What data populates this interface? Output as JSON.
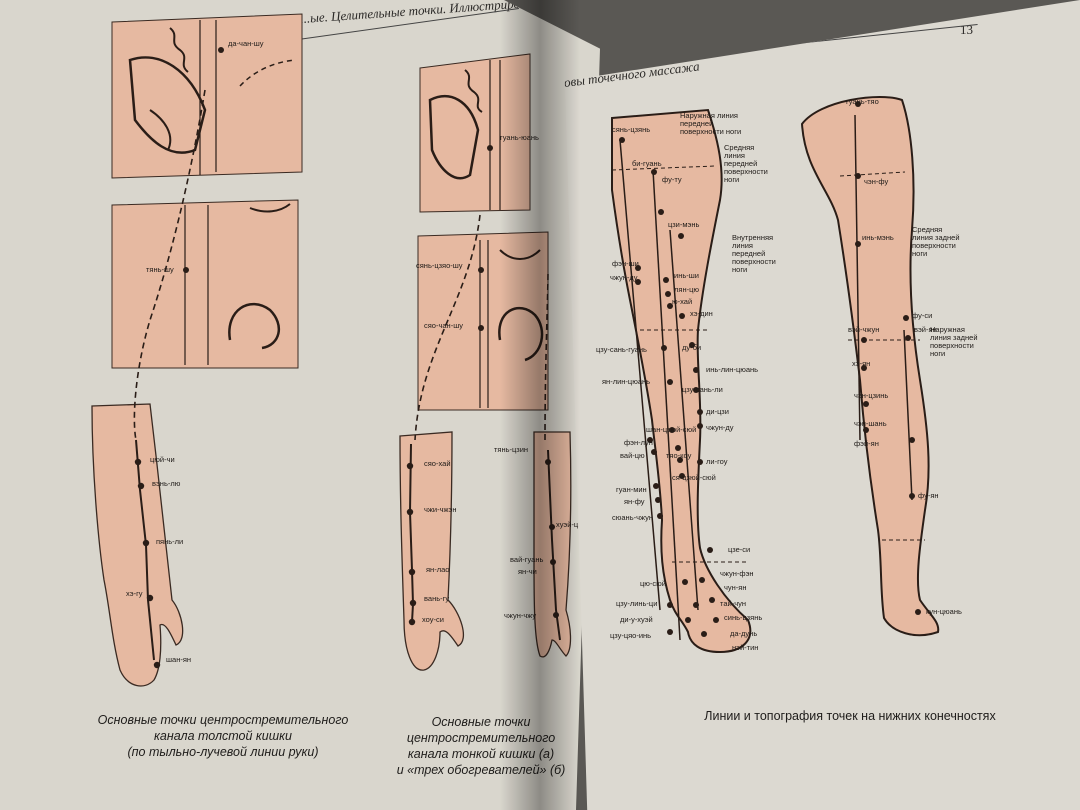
{
  "left_page": {
    "header": "...ые. Целительные точки. Иллюстрированный",
    "figure1": {
      "labels": [
        "да-чан-шу",
        "тянь-шу",
        "цюй-чи",
        "вэнь-лю",
        "пянь-ли",
        "хэ-гу",
        "шан-ян"
      ],
      "caption_lines": [
        "Основные точки центростремительного",
        "канала толстой кишки",
        "(по тыльно-лучевой линии руки)"
      ]
    },
    "figure2": {
      "labels": [
        "сяо-чан-шу",
        "сянь-цзяо-шу",
        "гуань-юань",
        "сяо-хай",
        "чжи-чжэн",
        "ян-лао",
        "вань-гу",
        "хоу-си",
        "тянь-цзин",
        "хуэй-цзун",
        "вай-гуань",
        "ян-чи",
        "чжун-чжу"
      ],
      "caption_lines": [
        "Основные точки центростремительного",
        "канала тонкой кишки (а)",
        "и «трех обогревателей» (б)"
      ]
    }
  },
  "right_page": {
    "header": "Основы точечного массажа",
    "page_number": "13",
    "front_leg": {
      "labels": [
        "сянь-цзянь",
        "би-гуань",
        "фу-ту",
        "цзи-мэнь",
        "фэн-ши",
        "чжун-ду",
        "инь-ши",
        "лян-цю",
        "ю-хай",
        "хэ-дин",
        "цзу-сань-гуань",
        "ду-би",
        "инь-лин-цюань",
        "ян-лин-цюань",
        "цзу-сань-ли",
        "ди-цзи",
        "шан-цзюй-сюй",
        "чжун-ду",
        "фэн-лун",
        "вай-цю",
        "тяо-коу",
        "ли-гоу",
        "ся-цзюй-сюй",
        "гуан-мин",
        "ян-фу",
        "сюань-чжун",
        "цзе-си",
        "чжун-фэн",
        "цю-сюй",
        "чун-ян",
        "цзу-линь-ци",
        "тай-чун",
        "ди-у-хуэй",
        "синь-цзянь",
        "цзу-цяо-инь",
        "да-дунь",
        "нэй-тин"
      ],
      "line_labels": [
        [
          "Наружная линия",
          "передней",
          "поверхности ноги"
        ],
        [
          "Средняя",
          "линия",
          "передней",
          "поверхности",
          "ноги"
        ],
        [
          "Внутренняя",
          "линия",
          "передней",
          "поверхности",
          "ноги"
        ]
      ]
    },
    "back_leg": {
      "labels": [
        "гуань-тяо",
        "чэн-фу",
        "инь-мэнь",
        "фу-си",
        "вэй-ян",
        "вэй-чжун",
        "хэ-ян",
        "чэн-цзинь",
        "чэн-шань",
        "фэй-ян",
        "фу-ян",
        "кун-цюань"
      ],
      "line_labels": [
        [
          "Средняя",
          "линия задней",
          "поверхности",
          "ноги"
        ],
        [
          "Наружная",
          "линия задней",
          "поверхности",
          "ноги"
        ]
      ]
    },
    "caption": "Линии и топография точек на нижних конечностях"
  },
  "colors": {
    "skin": "#e8bba3",
    "line": "#2a1d17",
    "page": "#dcd9d1"
  }
}
